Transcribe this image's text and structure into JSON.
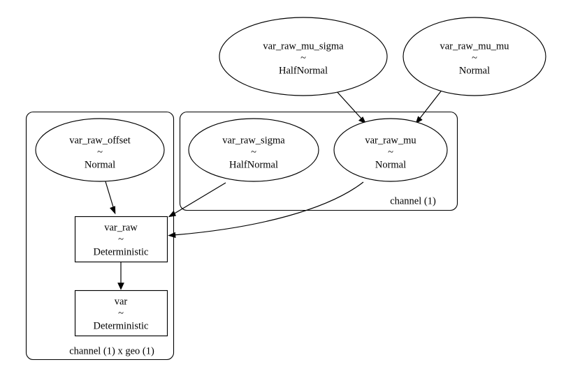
{
  "graph": {
    "type": "probabilistic-model-graph",
    "background_color": "#ffffff",
    "stroke_color": "#000000",
    "text_color": "#000000",
    "nodes": [
      {
        "id": "var_raw_mu_sigma",
        "name": "var_raw_mu_sigma",
        "tilde": "~",
        "distribution": "HalfNormal",
        "shape": "ellipse",
        "cluster": null
      },
      {
        "id": "var_raw_mu_mu",
        "name": "var_raw_mu_mu",
        "tilde": "~",
        "distribution": "Normal",
        "shape": "ellipse",
        "cluster": null
      },
      {
        "id": "var_raw_offset",
        "name": "var_raw_offset",
        "tilde": "~",
        "distribution": "Normal",
        "shape": "ellipse",
        "cluster": "channel (1) x geo (1)"
      },
      {
        "id": "var_raw_sigma",
        "name": "var_raw_sigma",
        "tilde": "~",
        "distribution": "HalfNormal",
        "shape": "ellipse",
        "cluster": "channel (1)"
      },
      {
        "id": "var_raw_mu",
        "name": "var_raw_mu",
        "tilde": "~",
        "distribution": "Normal",
        "shape": "ellipse",
        "cluster": "channel (1)"
      },
      {
        "id": "var_raw",
        "name": "var_raw",
        "tilde": "~",
        "distribution": "Deterministic",
        "shape": "box",
        "cluster": "channel (1) x geo (1)"
      },
      {
        "id": "var",
        "name": "var",
        "tilde": "~",
        "distribution": "Deterministic",
        "shape": "box",
        "cluster": "channel (1) x geo (1)"
      }
    ],
    "clusters": [
      {
        "id": "cluster-geo",
        "label": "channel (1) x geo (1)"
      },
      {
        "id": "cluster-channel",
        "label": "channel (1)"
      }
    ],
    "edges": [
      {
        "from": "var_raw_mu_sigma",
        "to": "var_raw_mu"
      },
      {
        "from": "var_raw_mu_mu",
        "to": "var_raw_mu"
      },
      {
        "from": "var_raw_offset",
        "to": "var_raw"
      },
      {
        "from": "var_raw_sigma",
        "to": "var_raw"
      },
      {
        "from": "var_raw_mu",
        "to": "var_raw"
      },
      {
        "from": "var_raw",
        "to": "var"
      }
    ]
  }
}
